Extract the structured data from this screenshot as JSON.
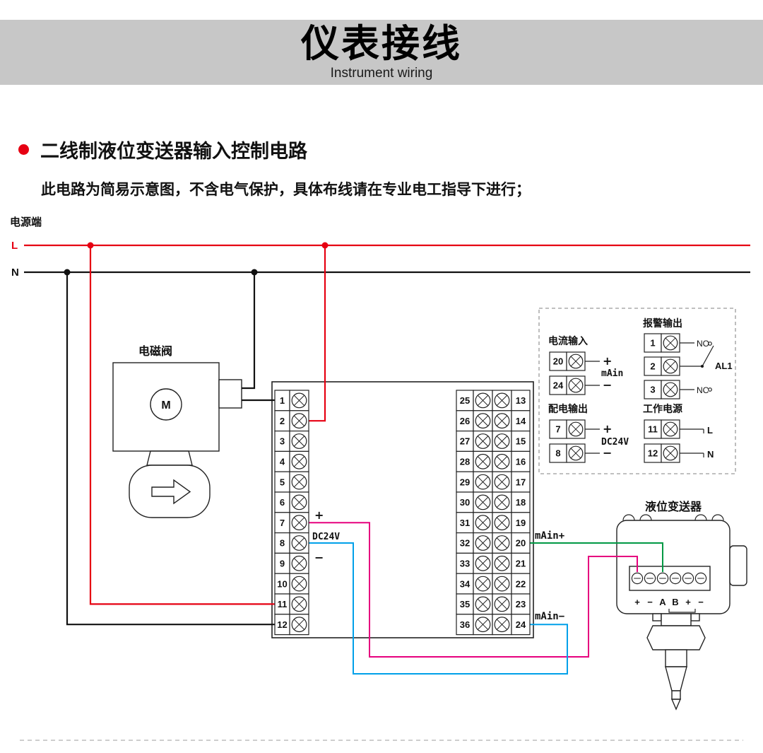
{
  "header": {
    "title": "仪表接线",
    "subtitle": "Instrument wiring"
  },
  "section": {
    "heading": "二线制液位变送器输入控制电路",
    "note": "此电路为简易示意图，不含电气保护，具体布线请在专业电工指导下进行；"
  },
  "power": {
    "label": "电源端",
    "l": "L",
    "n": "N"
  },
  "valve": {
    "label": "电磁阀",
    "motor": "M"
  },
  "main_block": {
    "left_terminals": [
      "1",
      "2",
      "3",
      "4",
      "5",
      "6",
      "7",
      "8",
      "9",
      "10",
      "11",
      "12"
    ],
    "right_rows": [
      {
        "left": "25",
        "right": "13"
      },
      {
        "left": "26",
        "right": "14"
      },
      {
        "left": "27",
        "right": "15"
      },
      {
        "left": "28",
        "right": "16"
      },
      {
        "left": "29",
        "right": "17"
      },
      {
        "left": "30",
        "right": "18"
      },
      {
        "left": "31",
        "right": "19"
      },
      {
        "left": "32",
        "right": "20"
      },
      {
        "left": "33",
        "right": "21"
      },
      {
        "left": "34",
        "right": "22"
      },
      {
        "left": "35",
        "right": "23"
      },
      {
        "left": "36",
        "right": "24"
      }
    ],
    "dc24v_plus": "+",
    "dc24v_label": "DC24V",
    "dc24v_minus": "−",
    "main_plus": "mAin+",
    "main_minus": "mAin−"
  },
  "info_box": {
    "current_input": {
      "title": "电流输入",
      "terminals": [
        "20",
        "24"
      ],
      "plus": "+",
      "minus": "−",
      "label": "mAin"
    },
    "alarm_output": {
      "title": "报警输出",
      "terminals": [
        "1",
        "2",
        "3"
      ],
      "no": "NO",
      "nc": "NC",
      "name": "AL1"
    },
    "power_output": {
      "title": "配电输出",
      "terminals": [
        "7",
        "8"
      ],
      "plus": "+",
      "minus": "−",
      "label": "DC24V"
    },
    "work_power": {
      "title": "工作电源",
      "terminals": [
        "11",
        "12"
      ],
      "l": "L",
      "n": "N"
    }
  },
  "transmitter": {
    "label": "液位变送器",
    "terminal_labels": [
      "+",
      "−",
      "A",
      "B",
      "+",
      "−"
    ]
  },
  "colors": {
    "accent_red": "#e60012",
    "wire_pink": "#e6007e",
    "wire_cyan": "#00a0e9",
    "wire_green": "#009944",
    "band_gray": "#c7c7c7"
  }
}
